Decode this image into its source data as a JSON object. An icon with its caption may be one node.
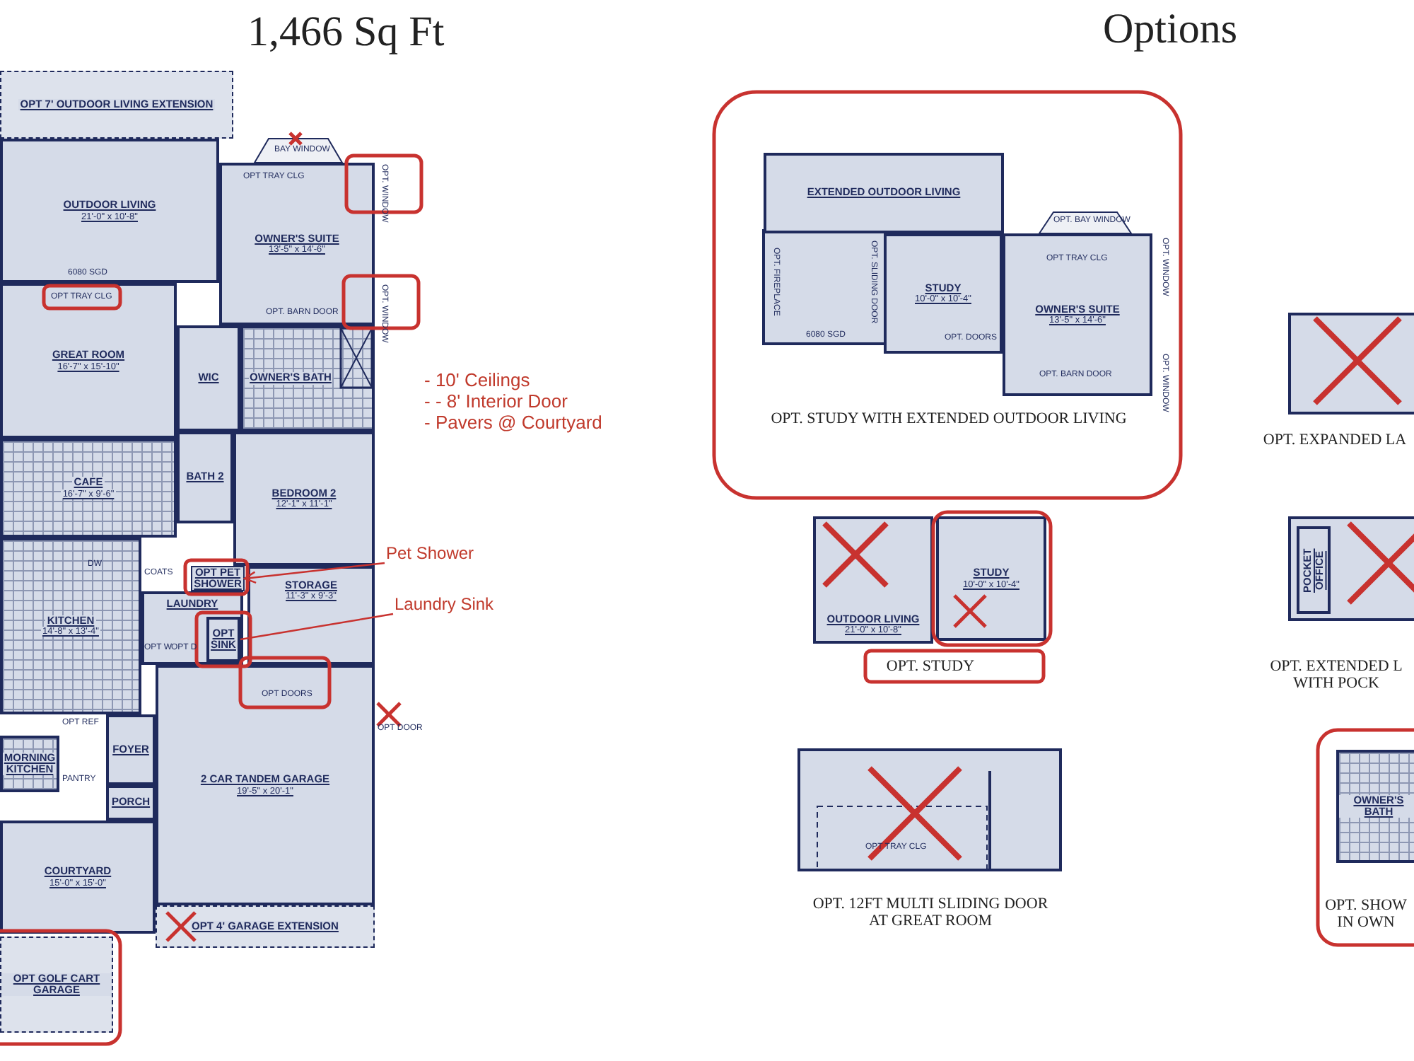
{
  "diagram": {
    "title": "1,466 Sq Ft",
    "nodes": [
      {
        "text": [
          "OUTDOOR LIVING",
          "21'-0\" x 10'-8\""
        ]
      },
      {
        "text": [
          "OPT 7' OUTDOOR LIVING EXTENSION"
        ]
      },
      {
        "text": [
          "OWNER'S SUITE",
          "13'-5\" x 14'-6\""
        ]
      },
      {
        "text": [
          "GREAT ROOM",
          "16'-7\" x 15'-10\""
        ]
      },
      {
        "text": [
          "WIC"
        ]
      },
      {
        "text": [
          "OWNER'S BATH"
        ]
      },
      {
        "text": [
          "BATH 2"
        ]
      },
      {
        "text": [
          "CAFE",
          "16'-7\" x 9'-6\""
        ]
      },
      {
        "text": [
          "BEDROOM 2",
          "12'-1\" x 11'-1\""
        ]
      },
      {
        "text": [
          "OPT PET SHOWER"
        ]
      },
      {
        "text": [
          "LAUNDRY"
        ]
      },
      {
        "text": [
          "OPT SINK"
        ],
        "in": 10
      },
      {
        "text": [
          "STORAGE",
          "11'-3\" x 9'-3\""
        ]
      },
      {
        "text": [
          "KITCHEN",
          "14'-8\" x 13'-4\""
        ]
      },
      {
        "text": [
          "FOYER"
        ]
      },
      {
        "text": [
          "MORNING KITCHEN"
        ]
      },
      {
        "text": [
          "PORCH"
        ]
      },
      {
        "text": [
          "2 CAR TANDEM GARAGE",
          "19'-5\" x 20'-1\""
        ]
      },
      {
        "text": [
          "COURTYARD",
          "15'-0\" x 15'-0\""
        ]
      },
      {
        "text": [
          "OPT GOLF CART GARAGE"
        ]
      },
      {
        "text": [
          "OPT 4' GARAGE EXTENSION"
        ]
      },
      {
        "text": [
          "Pet Shower"
        ]
      },
      {
        "text": [
          "Laundry Sink"
        ]
      },
      {
        "text": [
          "EXTENDED OUTDOOR LIVING"
        ]
      },
      {
        "text": [
          "STUDY",
          "10'-0\" x 10'-4\""
        ]
      },
      {
        "text": [
          "OWNER'S SUITE",
          "13'-5\" x 14'-6\""
        ]
      },
      {
        "text": [
          "OUTDOOR LIVING",
          "21'-0\" x 10'-8\""
        ]
      },
      {
        "text": [
          "STUDY",
          "10'-0\" x 10'-4\""
        ]
      },
      {
        "text": [
          "POCKET OFFICE"
        ]
      },
      {
        "text": [
          "OWNER'S BATH"
        ]
      }
    ],
    "edges": [
      {
        "from": 21,
        "to": 9,
        "arrow": "to"
      },
      {
        "from": 22,
        "to": 11,
        "arrow": "none"
      }
    ],
    "labels": [
      "Options",
      "- 10' Ceilings",
      "- - 8' Interior Door",
      "- Pavers @ Courtyard",
      "BAY WINDOW",
      "OPT TRAY CLG",
      "OPT. WINDOW",
      "OPT. WINDOW",
      "6080 SGD",
      "OPT TRAY CLG",
      "OPT. BARN DOOR",
      "COATS",
      "OPT W",
      "OPT D",
      "DW",
      "OPT REF",
      "PANTRY",
      "OPT DOORS",
      "OPT DOOR",
      "OPT. BAY WINDOW",
      "OPT. FIREPLACE",
      "OPT. SLIDING DOOR",
      "6080 SGD",
      "OPT. DOORS",
      "OPT TRAY CLG",
      "OPT. WINDOW",
      "OPT. WINDOW",
      "OPT. BARN DOOR",
      "OPT. STUDY WITH EXTENDED OUTDOOR LIVING",
      "OPT. STUDY",
      "OPT TRAY CLG",
      "OPT. 12FT MULTI SLIDING DOOR AT GREAT ROOM",
      "OPT. EXPANDED LA",
      "OPT. EXTENDED L WITH POCK",
      "OPT. SHOW IN OWN"
    ]
  }
}
